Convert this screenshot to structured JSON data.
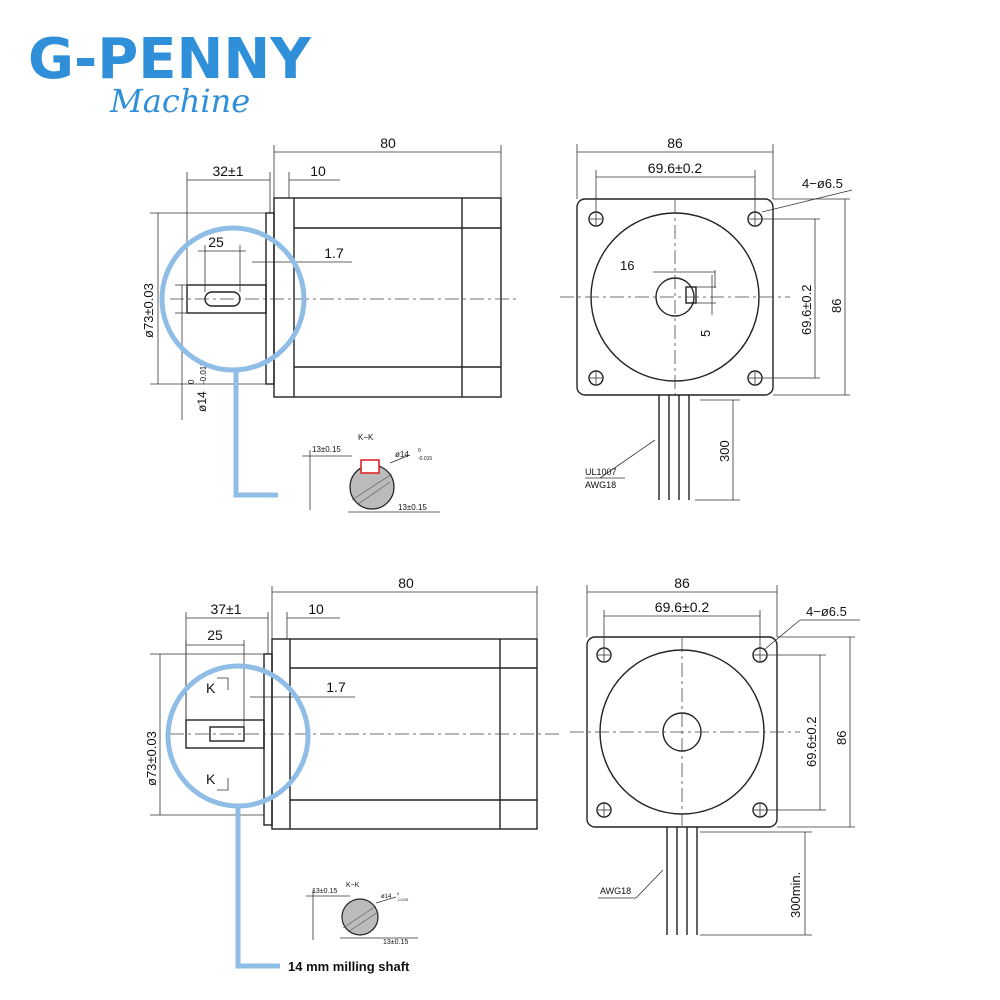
{
  "brand": {
    "name": "G-PENNY",
    "sub": "Machine",
    "color": "#2f8fd8",
    "accent": "#8fbde6"
  },
  "top": {
    "length": "80",
    "shaft_ext": "32±1",
    "flange": "10",
    "key_len": "25",
    "gap": "1.7",
    "body_dia": "ø73±0.03",
    "shaft_dia": "ø14",
    "shaft_tol_up": "0",
    "shaft_tol_low": "-0.015",
    "width": "86",
    "hole_pitch": "69.6±0.2",
    "holes": "4−ø6.5",
    "key_pos": "16",
    "key_w": "5",
    "pitch_v": "69.6±0.2",
    "height": "86",
    "lead": "300",
    "wire1": "UL1007",
    "wire2": "AWG18",
    "section": {
      "title": "K−K",
      "flat": "13±0.15",
      "dia": "ø14",
      "tol_up": "0",
      "tol_low": "-0.015",
      "flat2": "13±0.15"
    }
  },
  "bottom": {
    "length": "80",
    "shaft_ext": "37±1",
    "flange": "10",
    "key_len": "25",
    "gap": "1.7",
    "body_dia": "ø73±0.03",
    "cut_a": "K",
    "cut_b": "K",
    "width": "86",
    "hole_pitch": "69.6±0.2",
    "holes": "4−ø6.5",
    "pitch_v": "69.6±0.2",
    "height": "86",
    "lead": "300min.",
    "wire": "AWG18",
    "section": {
      "title": "K−K",
      "flat": "13±0.15",
      "dia": "ø14",
      "tol_up": "0",
      "tol_low": "-0.015",
      "flat2": "13±0.15"
    },
    "caption": "14 mm milling shaft"
  }
}
